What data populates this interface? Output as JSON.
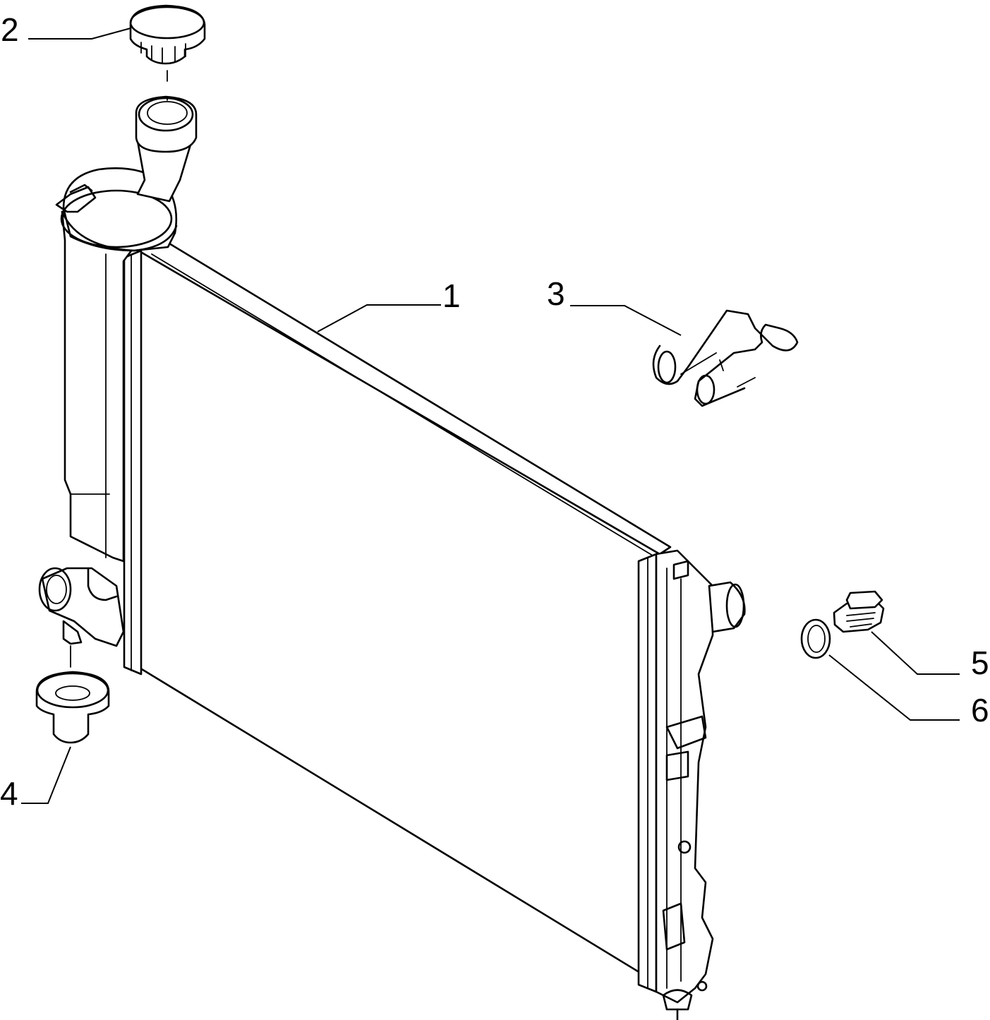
{
  "diagram": {
    "type": "exploded-parts-diagram",
    "callouts": [
      {
        "number": "1",
        "part": "radiator"
      },
      {
        "number": "2",
        "part": "expansion-tank-cap"
      },
      {
        "number": "3",
        "part": "hose-clip"
      },
      {
        "number": "4",
        "part": "rubber-mount"
      },
      {
        "number": "5",
        "part": "drain-plug"
      },
      {
        "number": "6",
        "part": "seal-ring"
      }
    ]
  },
  "colors": {
    "line": "#000000",
    "background": "#ffffff"
  }
}
